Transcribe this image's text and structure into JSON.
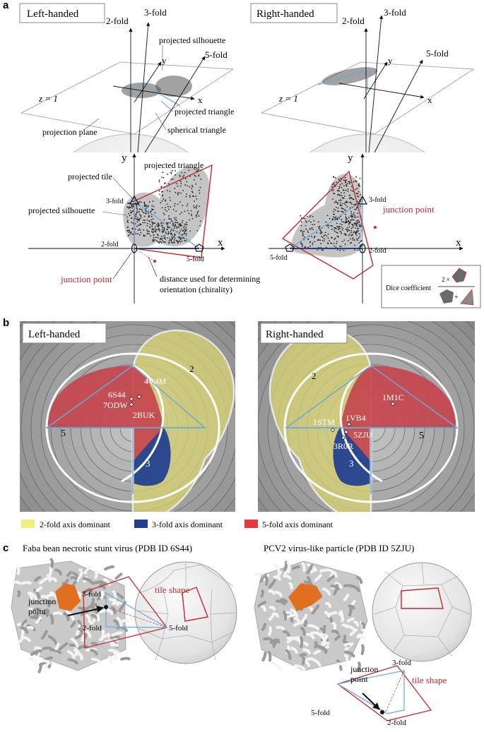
{
  "colors": {
    "red": "#c8282c",
    "blue": "#6aa8d8",
    "yellow": "#dcdd6e",
    "navy": "#23408f",
    "zone_red": "#c4454e",
    "zone_olive": "#b9b45c",
    "bg_gray": "#8a8a8a",
    "orange": "#e07020"
  },
  "panel_a": {
    "letter": "a",
    "left": {
      "title": "Left-handed",
      "axis_2fold": "2-fold",
      "axis_3fold": "3-fold",
      "axis_5fold": "5-fold",
      "axis_x": "x",
      "axis_y": "y",
      "plane_label": "z = 1",
      "projected_silhouette": "projected silhouette",
      "projected_triangle": "projected triangle",
      "spherical_triangle": "spherical triangle",
      "projection_plane": "projection plane",
      "projected_tile": "projected tile",
      "projected_triangle_2": "projected triangle",
      "projected_silhouette_2": "projected silhouette",
      "label_3fold": "3-fold",
      "label_2fold": "2-fold",
      "label_5fold": "5-fold",
      "junction_point": "junction point",
      "distance_line1": "distance used for determining",
      "distance_line2": "orientation (chirality)",
      "plot_y": "y",
      "plot_x": "x"
    },
    "right": {
      "title": "Right-handed",
      "axis_2fold": "2-fold",
      "axis_3fold": "3-fold",
      "axis_5fold": "5-fold",
      "axis_x": "x",
      "axis_y": "y",
      "plane_label": "z = 1",
      "label_3fold": "3-fold",
      "label_2fold": "2-fold",
      "label_5fold": "5-fold",
      "junction_point": "junction point",
      "plot_y": "y",
      "plot_x": "x",
      "dice_label": "Dice coefficient",
      "dice_factor": "2 ×"
    }
  },
  "panel_b": {
    "letter": "b",
    "left": {
      "title": "Left-handed",
      "zone2": "2",
      "zone3": "3",
      "zone5": "5",
      "pdb": [
        "4V4M",
        "6S44",
        "7ODW",
        "2BUK"
      ]
    },
    "right": {
      "title": "Right-handed",
      "zone2": "2",
      "zone3": "3",
      "zone5": "5",
      "pdb": [
        "1M1C",
        "1STM",
        "1VB4",
        "5ZJU",
        "3R0R"
      ]
    },
    "legend": [
      "2-fold axis dominant",
      "3-fold axis dominant",
      "5-fold axis dominant"
    ]
  },
  "panel_c": {
    "letter": "c",
    "left": {
      "title": "Faba bean necrotic stunt virus (PDB ID 6S44)",
      "label_3fold": "3-fold",
      "label_2fold": "2-fold",
      "label_5fold": "5-fold",
      "junction_line1": "junction",
      "junction_line2": "point",
      "tile_shape": "tile shape"
    },
    "right": {
      "title": "PCV2 virus-like particle (PDB ID 5ZJU)",
      "label_3fold": "3-fold",
      "label_2fold": "2-fold",
      "label_5fold": "5-fold",
      "junction_line1": "junction",
      "junction_line2": "point",
      "tile_shape": "tile shape"
    }
  }
}
